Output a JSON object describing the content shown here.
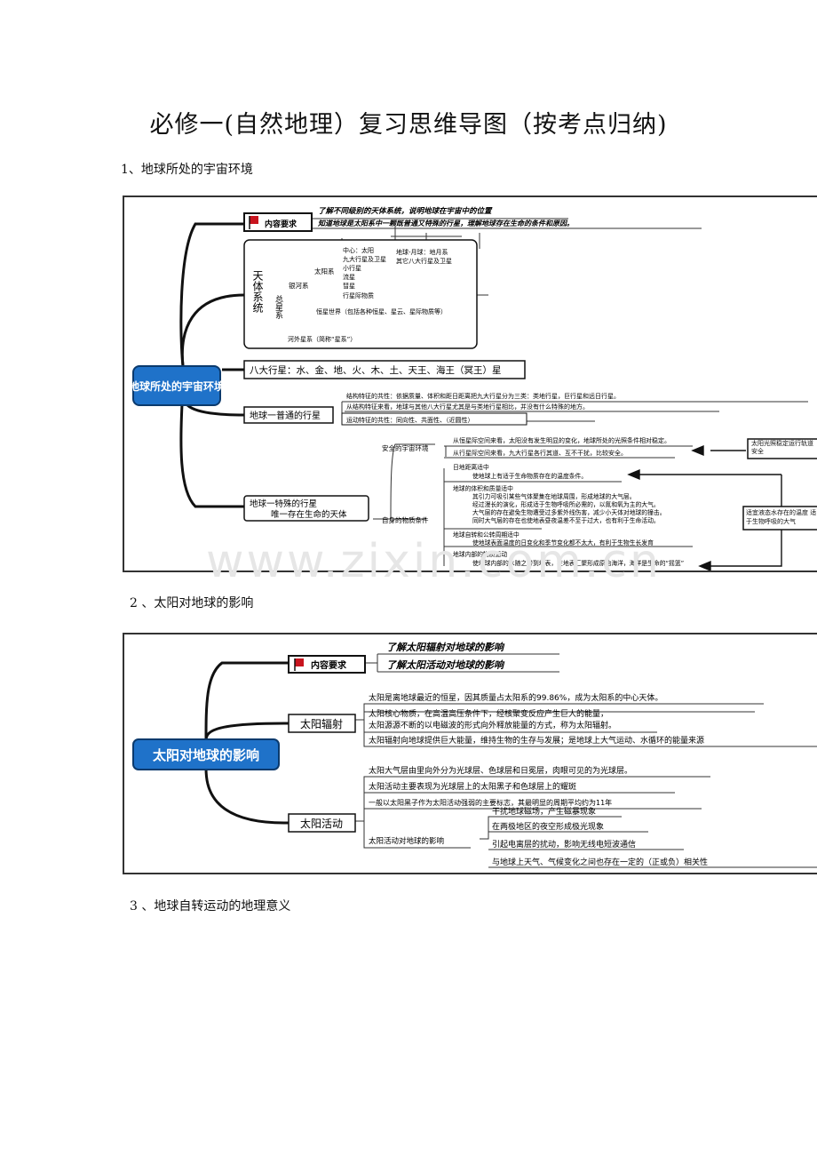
{
  "doc": {
    "title": "必修一(自然地理）复习思维导图（按考点归纳)"
  },
  "sections": [
    {
      "heading": "1、地球所处的宇宙环境"
    },
    {
      "heading": "2 、太阳对地球的影响"
    },
    {
      "heading": "3 、地球自转运动的地理意义"
    }
  ],
  "map1": {
    "root": "地球所处的宇宙环境",
    "req_label": "内容要求",
    "req_items": [
      "了解不同级别的天体系统，说明地球在宇宙中的位置",
      "知道地球是太阳系中一颗既普通又特殊的行星，理解地球存在生命的条件和原因。"
    ],
    "tiantixitong": "天体系统",
    "zongxingxi": "总星系",
    "yinhexi": "银河系",
    "taiyangxi": "太阳系",
    "ty_items": [
      "中心：太阳",
      "九大行星及卫星",
      "小行星",
      "流星",
      "彗星",
      "行星际物质"
    ],
    "dq_items": [
      "地球-月球：地月系",
      "其它八大行星及卫星"
    ],
    "hengxing": "恒星世界（包括各种恒星、星云、星际物质等）",
    "hewai": "河外星系（简称“星系”）",
    "badaxingxing": "八大行星：水、金、地、火、木、土、天王、海王（冥王）星",
    "putong": "地球一普通的行星",
    "jiegou": [
      "结构特征的共性：依据质量、体积和距日距离把九大行星分为三类：类地行星，巨行星和远日行星。",
      "从结构特征来看，地球与其他八大行星尤其是与类地行星相比，并没有什么特殊的地方。"
    ],
    "yundong": "运动特征的共性：同向性、共面性、（近圆性）",
    "teshu": "地球一特殊的行星",
    "weiyi": "唯一存在生命的天体",
    "anquan": "安全的宇宙环境",
    "aq_items": [
      "从恒星际空间来看，太阳没有发生明显的变化，地球所处的光照条件相对稳定。",
      "从行星际空间来看，九大行星各行其道、互不干扰，比较安全。"
    ],
    "aq_note": "太阳光照稳定运行轨道安全",
    "ziwu": "自身的物质条件",
    "wz_items": [
      "日地距离适中",
      "使地球上有适于生命物质存在的温度条件。",
      "地球的体积和质量适中",
      "其引力可吸引某些气体聚集在地球周围，形成地球的大气层。",
      "经过漫长的演化，形成适于生物呼吸所必需的，以氮和氧为主的大气。",
      "大气层的存在避免生物遭受过多紫外线伤害，减少小天体对地球的撞击。",
      "同时大气层的存在也使地表昼夜温差不至于过大，也有利于生命活动。",
      "地球自转和公转周期适中",
      "使地球表面温度的日变化和季节变化都不太大，有利于生物生长发育",
      "地球内部的物质运动",
      "使地球内部的水随之带到地表，在地表汇聚形成原始海洋，海洋是生命的“摇篮”"
    ],
    "wz_note": "适宜液态水存在的温度 适于生物呼吸的大气"
  },
  "map2": {
    "root": "太阳对地球的影响",
    "req_label": "内容要求",
    "req_items": [
      "了解太阳辐射对地球的影响",
      "了解太阳活动对地球的影响"
    ],
    "fushe": "太阳辐射",
    "fs_items": [
      "太阳是离地球最近的恒星，因其质量占太阳系的99.86%，成为太阳系的中心天体。",
      "太阳核心物质，在高温高压条件下，经核聚变反应产生巨大的能量，",
      "太阳源源不断的以电磁波的形式向外释放能量的方式，称为太阳辐射。",
      "太阳辐射向地球提供巨大能量，维持生物的生存与发展；是地球上大气运动、水循环的能量来源"
    ],
    "huodong": "太阳活动",
    "hd_items": [
      "太阳大气层由里向外分为光球层、色球层和日冕层，肉眼可见的为光球层。",
      "太阳活动主要表现为光球层上的太阳黑子和色球层上的耀斑",
      "一般以太阳黑子作为太阳活动强弱的主要标志，其最明显的周期平均约为11年"
    ],
    "yingxiang": "太阳活动对地球的影响",
    "yx_items": [
      "干扰地球磁场，产生磁暴现象",
      "在两极地区的夜空形成极光现象",
      "引起电离层的扰动，影响无线电短波通信",
      "与地球上天气、气候变化之间也存在一定的（正或负）相关性"
    ]
  },
  "watermark": "www.zixin.com.cn",
  "colors": {
    "root_fill": "#1f72c9",
    "flag_red": "#c8141e"
  }
}
